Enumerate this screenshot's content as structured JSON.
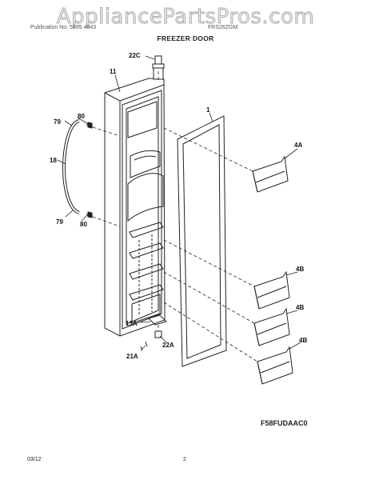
{
  "watermark": "AppliancePartsPros.com",
  "header": {
    "left": "Publication No: 5995 4043",
    "right": "FRS26ZGM"
  },
  "title": "FREEZER DOOR",
  "diagram_code": "F58FUDAAC0",
  "footer": {
    "date": "03/12",
    "page": "2"
  },
  "callouts": {
    "c22C": "22C",
    "c11": "11",
    "c1": "1",
    "c80a": "80",
    "c79a": "79",
    "c18": "18",
    "c79b": "79",
    "c80b": "80",
    "c4A": "4A",
    "c4B1": "4B",
    "c4B2": "4B",
    "c4B3": "4B",
    "c13A": "13A",
    "c22A": "22A",
    "c21A": "21A"
  }
}
